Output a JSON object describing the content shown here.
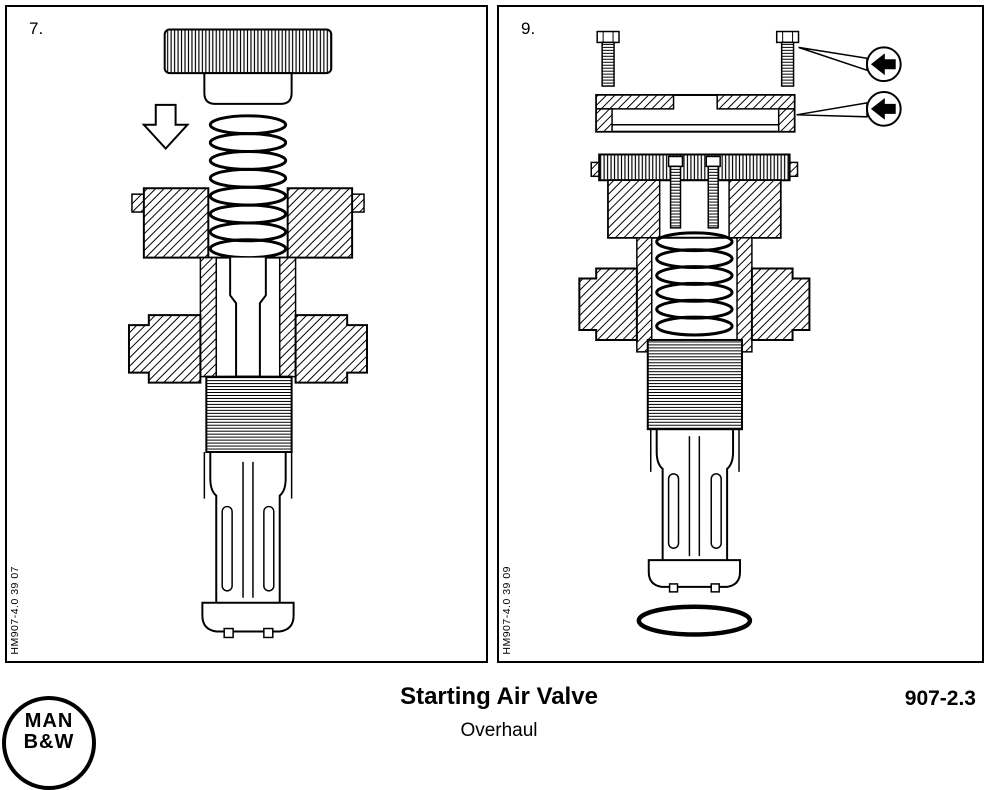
{
  "figures": [
    {
      "label": "7.",
      "code": "HM907-4.0 39 07"
    },
    {
      "label": "9.",
      "code": "HM907-4.0 39 09"
    }
  ],
  "footer": {
    "title": "Starting Air Valve",
    "subtitle": "Overhaul",
    "section": "907-2.3",
    "logo_line1": "MAN",
    "logo_line2": "B&W"
  },
  "colors": {
    "line": "#000000",
    "background": "#ffffff"
  }
}
